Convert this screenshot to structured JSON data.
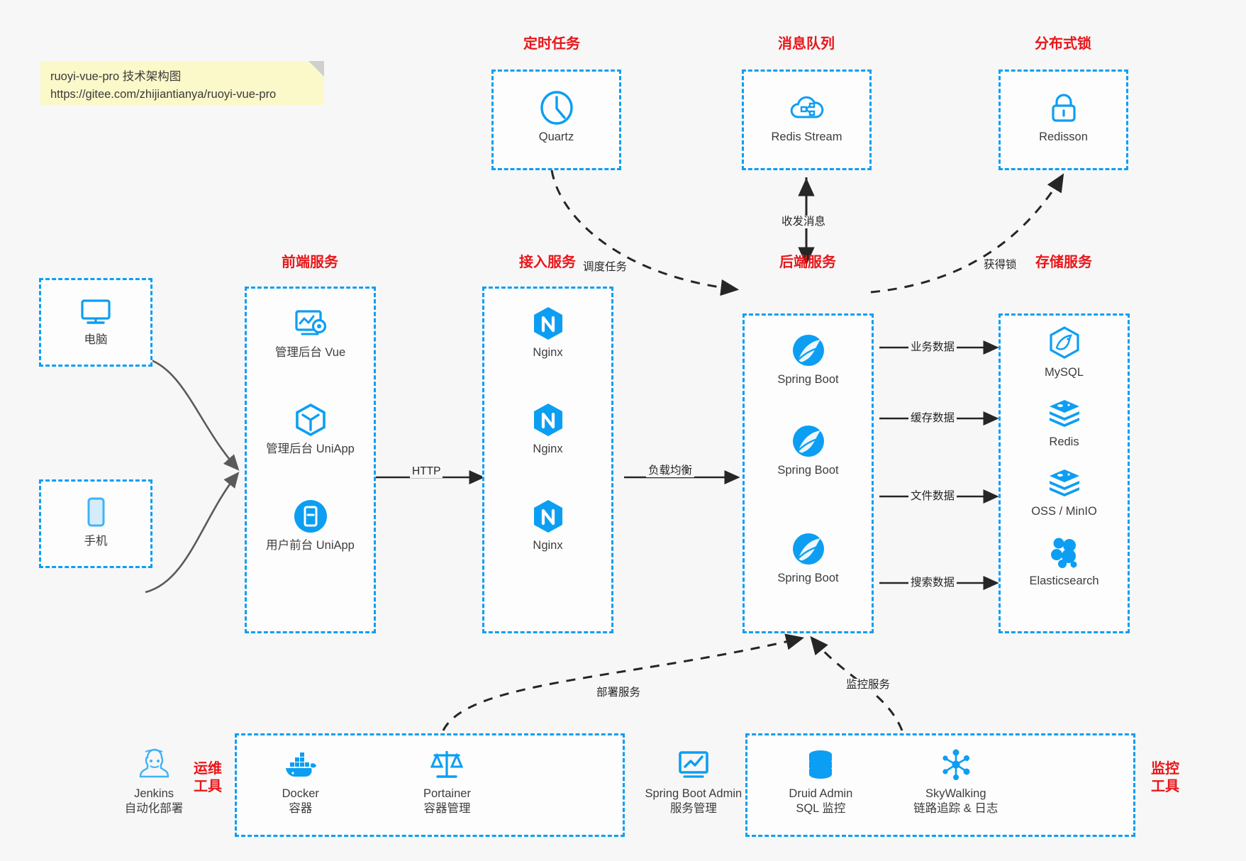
{
  "note": {
    "line1": "ruoyi-vue-pro 技术架构图",
    "line2": "https://gitee.com/zhijiantianya/ruoyi-vue-pro"
  },
  "colors": {
    "box_border": "#0c9ef3",
    "group_title": "#e8161a",
    "icon": "#0c9ef3",
    "arrow": "#262626",
    "background": "#f7f7f7",
    "note_bg": "#fbf8c9"
  },
  "groups": {
    "scheduled_task": {
      "title": "定时任务",
      "items": [
        {
          "label": "Quartz",
          "icon": "clock-icon"
        }
      ]
    },
    "message_queue": {
      "title": "消息队列",
      "items": [
        {
          "label": "Redis Stream",
          "icon": "cloud-stream-icon"
        }
      ]
    },
    "distributed_lock": {
      "title": "分布式锁",
      "items": [
        {
          "label": "Redisson",
          "icon": "lock-icon"
        }
      ]
    },
    "clients": {
      "pc": {
        "label": "电脑",
        "icon": "desktop-icon"
      },
      "mobile": {
        "label": "手机",
        "icon": "phone-icon"
      }
    },
    "frontend": {
      "title": "前端服务",
      "items": [
        {
          "label": "管理后台 Vue",
          "icon": "dashboard-gear-icon"
        },
        {
          "label": "管理后台 UniApp",
          "icon": "cube-icon"
        },
        {
          "label": "用户前台 UniApp",
          "icon": "app-circle-icon"
        }
      ]
    },
    "gateway": {
      "title": "接入服务",
      "items": [
        {
          "label": "Nginx",
          "icon": "nginx-icon"
        },
        {
          "label": "Nginx",
          "icon": "nginx-icon"
        },
        {
          "label": "Nginx",
          "icon": "nginx-icon"
        }
      ]
    },
    "backend": {
      "title": "后端服务",
      "items": [
        {
          "label": "Spring Boot",
          "icon": "spring-boot-icon"
        },
        {
          "label": "Spring Boot",
          "icon": "spring-boot-icon"
        },
        {
          "label": "Spring Boot",
          "icon": "spring-boot-icon"
        }
      ]
    },
    "storage": {
      "title": "存储服务",
      "items": [
        {
          "label": "MySQL",
          "icon": "mysql-icon"
        },
        {
          "label": "Redis",
          "icon": "redis-icon"
        },
        {
          "label": "OSS / MinIO",
          "icon": "oss-icon"
        },
        {
          "label": "Elasticsearch",
          "icon": "elasticsearch-icon"
        }
      ]
    },
    "devops": {
      "title": "运维\n工具",
      "title_l1": "运维",
      "title_l2": "工具",
      "items": [
        {
          "label": "Jenkins",
          "sub": "自动化部署",
          "icon": "jenkins-icon"
        },
        {
          "label": "Docker",
          "sub": "容器",
          "icon": "docker-icon"
        },
        {
          "label": "Portainer",
          "sub": "容器管理",
          "icon": "scales-icon"
        }
      ]
    },
    "monitoring": {
      "title_l1": "监控",
      "title_l2": "工具",
      "items": [
        {
          "label": "Spring Boot Admin",
          "sub": "服务管理",
          "icon": "monitor-chart-icon"
        },
        {
          "label": "Druid Admin",
          "sub": "SQL 监控",
          "icon": "database-icon"
        },
        {
          "label": "SkyWalking",
          "sub": "链路追踪 & 日志",
          "icon": "skywalking-icon"
        }
      ]
    }
  },
  "edges": {
    "schedule_task": "调度任务",
    "send_receive_message": "收发消息",
    "acquire_lock": "获得锁",
    "http": "HTTP",
    "load_balance": "负载均衡",
    "business_data": "业务数据",
    "cache_data": "缓存数据",
    "file_data": "文件数据",
    "search_data": "搜索数据",
    "deploy_service": "部署服务",
    "monitor_service": "监控服务"
  }
}
